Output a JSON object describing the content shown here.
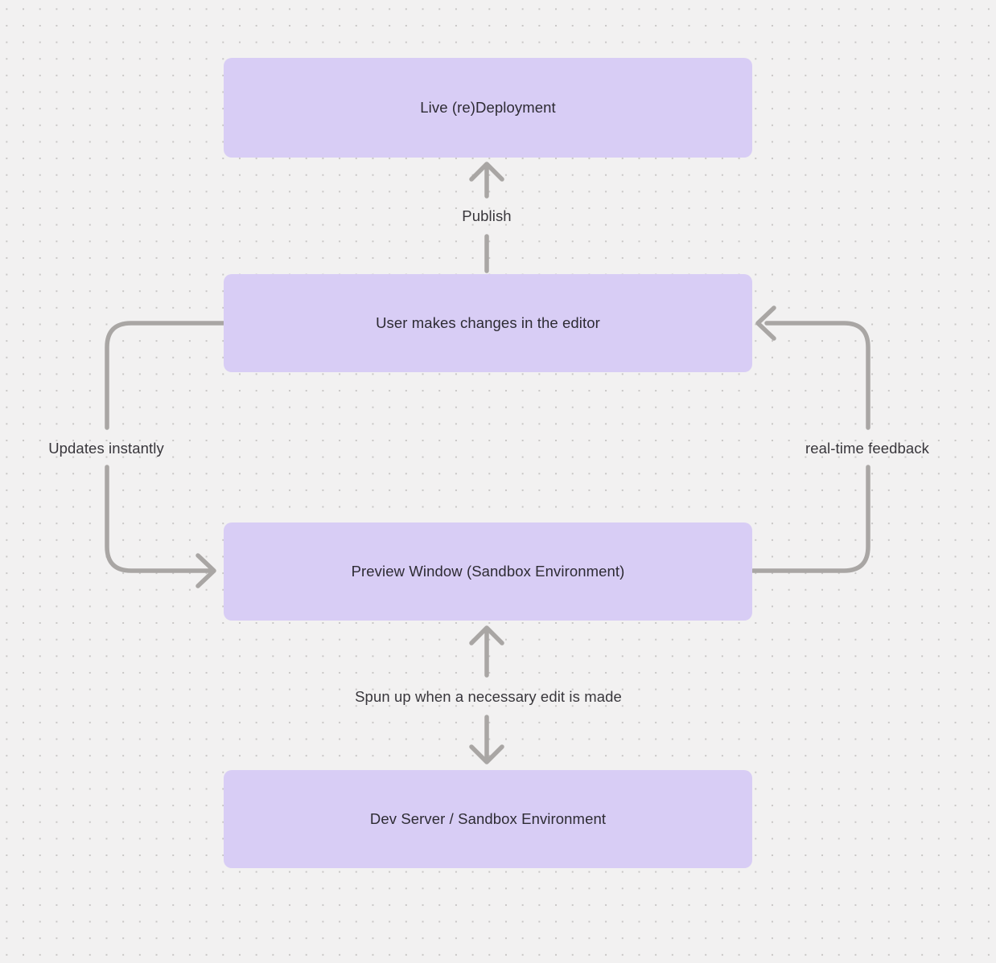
{
  "diagram": {
    "background": {
      "bg_color": "#f2f1f1",
      "dot_color": "#c8c6c5"
    },
    "colors": {
      "node_fill": "#d8cdf5",
      "node_text": "#2d2b33",
      "arrow": "#a9a6a4",
      "edge_label_text": "#38363b"
    },
    "nodes": [
      {
        "label": "Live (re)Deployment"
      },
      {
        "label": "User makes changes in the editor"
      },
      {
        "label": "Preview Window (Sandbox Environment)"
      },
      {
        "label": "Dev Server / Sandbox Environment"
      }
    ],
    "edges": [
      {
        "label": "Publish",
        "from": "User makes changes in the editor",
        "to": "Live (re)Deployment",
        "direction": "up"
      },
      {
        "label": "Updates instantly",
        "from": "User makes changes in the editor",
        "to": "Preview Window (Sandbox Environment)",
        "direction": "one-way, routed along left side"
      },
      {
        "label": "real-time feedback",
        "from": "Preview Window (Sandbox Environment)",
        "to": "User makes changes in the editor",
        "direction": "one-way, routed along right side"
      },
      {
        "label": "Spun up when a necessary edit is made",
        "from": "Dev Server / Sandbox Environment",
        "to": "Preview Window (Sandbox Environment)",
        "direction": "bidirectional"
      }
    ]
  }
}
